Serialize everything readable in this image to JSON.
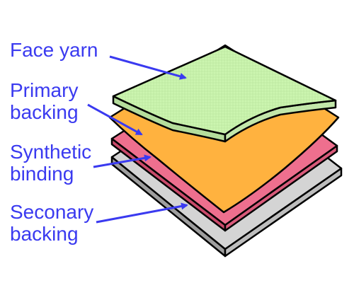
{
  "layers": [
    {
      "id": "face-yarn",
      "label_lines": [
        "Face yarn"
      ],
      "color": "#ccf5b0",
      "texture": "fine-linen"
    },
    {
      "id": "primary-backing",
      "label_lines": [
        "Primary",
        "backing"
      ],
      "color": "#ffb23f"
    },
    {
      "id": "synthetic-binding",
      "label_lines": [
        "Synthetic",
        "binding"
      ],
      "color": "#ee6f8e"
    },
    {
      "id": "secondary-backing",
      "label_lines": [
        "Seconary",
        "backing"
      ],
      "color": "#d4d4d4"
    }
  ],
  "style": {
    "label_color": "#3a3af0",
    "arrow_color": "#3a3af0",
    "outline_color": "#000000"
  }
}
